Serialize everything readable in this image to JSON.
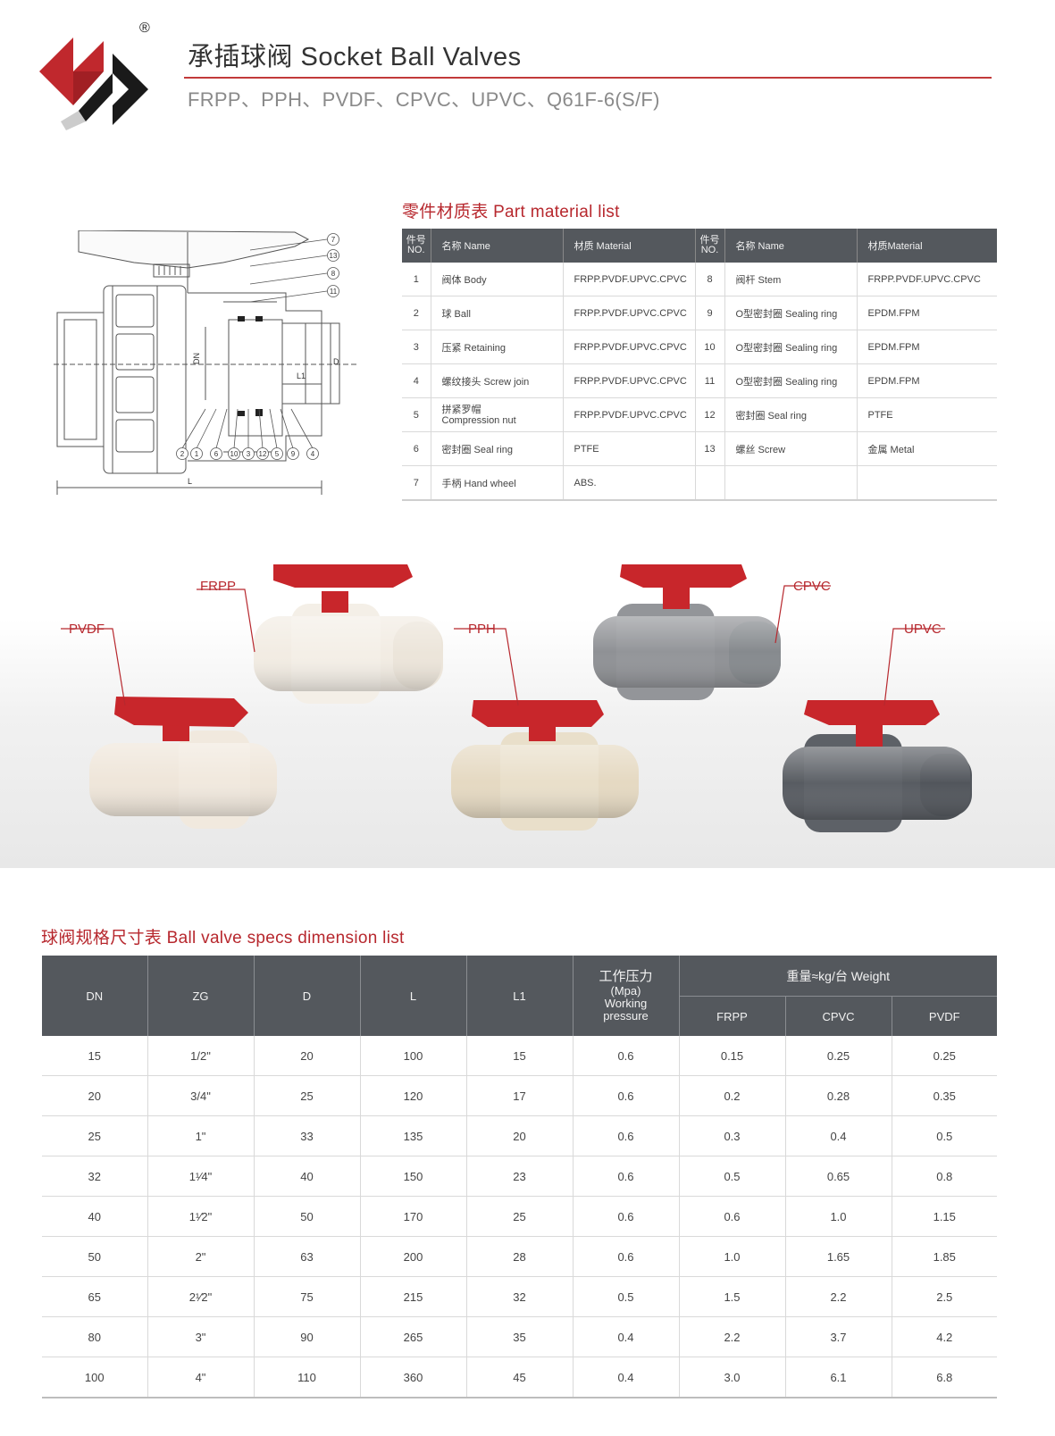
{
  "header": {
    "title": "承插球阀 Socket Ball Valves",
    "subtitle": "FRPP、PPH、PVDF、CPVC、UPVC、Q61F-6(S/F)",
    "registered_mark": "®",
    "accent_color": "#c23a3a"
  },
  "drawing": {
    "callouts_right": [
      "7",
      "13",
      "8",
      "11"
    ],
    "callouts_bottom": [
      "2",
      "1",
      "6",
      "10",
      "3",
      "12",
      "5",
      "9",
      "4"
    ],
    "dim_labels": {
      "dn": "DN",
      "d": "D",
      "l1": "L1",
      "l": "L"
    }
  },
  "parts": {
    "title": "零件材质表 Part material list",
    "headers": {
      "no_top": "件号",
      "no_bottom": "NO.",
      "name": "名称 Name",
      "material": "材质 Material",
      "no2_top": "件号",
      "no2_bottom": "NO.",
      "name2": "名称 Name",
      "material2": "材质Material"
    },
    "rows": [
      {
        "no": "1",
        "name": "阀体 Body",
        "material": "FRPP.PVDF.UPVC.CPVC",
        "no2": "8",
        "name2": "阀杆 Stem",
        "material2": "FRPP.PVDF.UPVC.CPVC"
      },
      {
        "no": "2",
        "name": "球 Ball",
        "material": "FRPP.PVDF.UPVC.CPVC",
        "no2": "9",
        "name2": "O型密封圈 Sealing ring",
        "material2": "EPDM.FPM"
      },
      {
        "no": "3",
        "name": "压紧 Retaining",
        "material": "FRPP.PVDF.UPVC.CPVC",
        "no2": "10",
        "name2": "O型密封圈 Sealing ring",
        "material2": "EPDM.FPM"
      },
      {
        "no": "4",
        "name": "螺纹接头 Screw join",
        "material": "FRPP.PVDF.UPVC.CPVC",
        "no2": "11",
        "name2": "O型密封圈 Sealing ring",
        "material2": "EPDM.FPM"
      },
      {
        "no": "5",
        "name": "拼紧罗帽",
        "name_line2": "Compression nut",
        "material": "FRPP.PVDF.UPVC.CPVC",
        "no2": "12",
        "name2": "密封圈 Seal ring",
        "material2": "PTFE"
      },
      {
        "no": "6",
        "name": "密封圈 Seal ring",
        "material": "PTFE",
        "no2": "13",
        "name2": "螺丝 Screw",
        "material2": "金属 Metal"
      },
      {
        "no": "7",
        "name": "手柄 Hand wheel",
        "material": "ABS.",
        "no2": "",
        "name2": "",
        "material2": ""
      }
    ]
  },
  "products": {
    "labels": {
      "frpp": "FRPP",
      "pvdf": "PVDF",
      "pph": "PPH",
      "cpvc": "CPVC",
      "upvc": "UPVC"
    },
    "colors": {
      "handle": "#c8262b",
      "frpp_body": "#f1ebe2",
      "pvdf_body": "#efe6da",
      "pph_body": "#e7dcc6",
      "cpvc_body": "#8f9195",
      "upvc_body": "#595d63"
    }
  },
  "specs": {
    "title": "球阀规格尺寸表 Ball valve specs dimension list",
    "headers": {
      "dn": "DN",
      "zg": "ZG",
      "d": "D",
      "l": "L",
      "l1": "L1",
      "wp_line1": "工作压力",
      "wp_line2": "(Mpa)",
      "wp_line3": "Working",
      "wp_line4": "pressure",
      "weight": "重量≈kg/台 Weight",
      "frpp": "FRPP",
      "cpvc": "CPVC",
      "pvdf": "PVDF"
    },
    "rows": [
      {
        "dn": "15",
        "zg": "1/2\"",
        "d": "20",
        "l": "100",
        "l1": "15",
        "wp": "0.6",
        "frpp": "0.15",
        "cpvc": "0.25",
        "pvdf": "0.25"
      },
      {
        "dn": "20",
        "zg": "3/4\"",
        "d": "25",
        "l": "120",
        "l1": "17",
        "wp": "0.6",
        "frpp": "0.2",
        "cpvc": "0.28",
        "pvdf": "0.35"
      },
      {
        "dn": "25",
        "zg": "1\"",
        "d": "33",
        "l": "135",
        "l1": "20",
        "wp": "0.6",
        "frpp": "0.3",
        "cpvc": "0.4",
        "pvdf": "0.5"
      },
      {
        "dn": "32",
        "zg": "1¹⁄4\"",
        "d": "40",
        "l": "150",
        "l1": "23",
        "wp": "0.6",
        "frpp": "0.5",
        "cpvc": "0.65",
        "pvdf": "0.8"
      },
      {
        "dn": "40",
        "zg": "1¹⁄2\"",
        "d": "50",
        "l": "170",
        "l1": "25",
        "wp": "0.6",
        "frpp": "0.6",
        "cpvc": "1.0",
        "pvdf": "1.15"
      },
      {
        "dn": "50",
        "zg": "2\"",
        "d": "63",
        "l": "200",
        "l1": "28",
        "wp": "0.6",
        "frpp": "1.0",
        "cpvc": "1.65",
        "pvdf": "1.85"
      },
      {
        "dn": "65",
        "zg": "2¹⁄2\"",
        "d": "75",
        "l": "215",
        "l1": "32",
        "wp": "0.5",
        "frpp": "1.5",
        "cpvc": "2.2",
        "pvdf": "2.5"
      },
      {
        "dn": "80",
        "zg": "3\"",
        "d": "90",
        "l": "265",
        "l1": "35",
        "wp": "0.4",
        "frpp": "2.2",
        "cpvc": "3.7",
        "pvdf": "4.2"
      },
      {
        "dn": "100",
        "zg": "4\"",
        "d": "110",
        "l": "360",
        "l1": "45",
        "wp": "0.4",
        "frpp": "3.0",
        "cpvc": "6.1",
        "pvdf": "6.8"
      }
    ]
  }
}
